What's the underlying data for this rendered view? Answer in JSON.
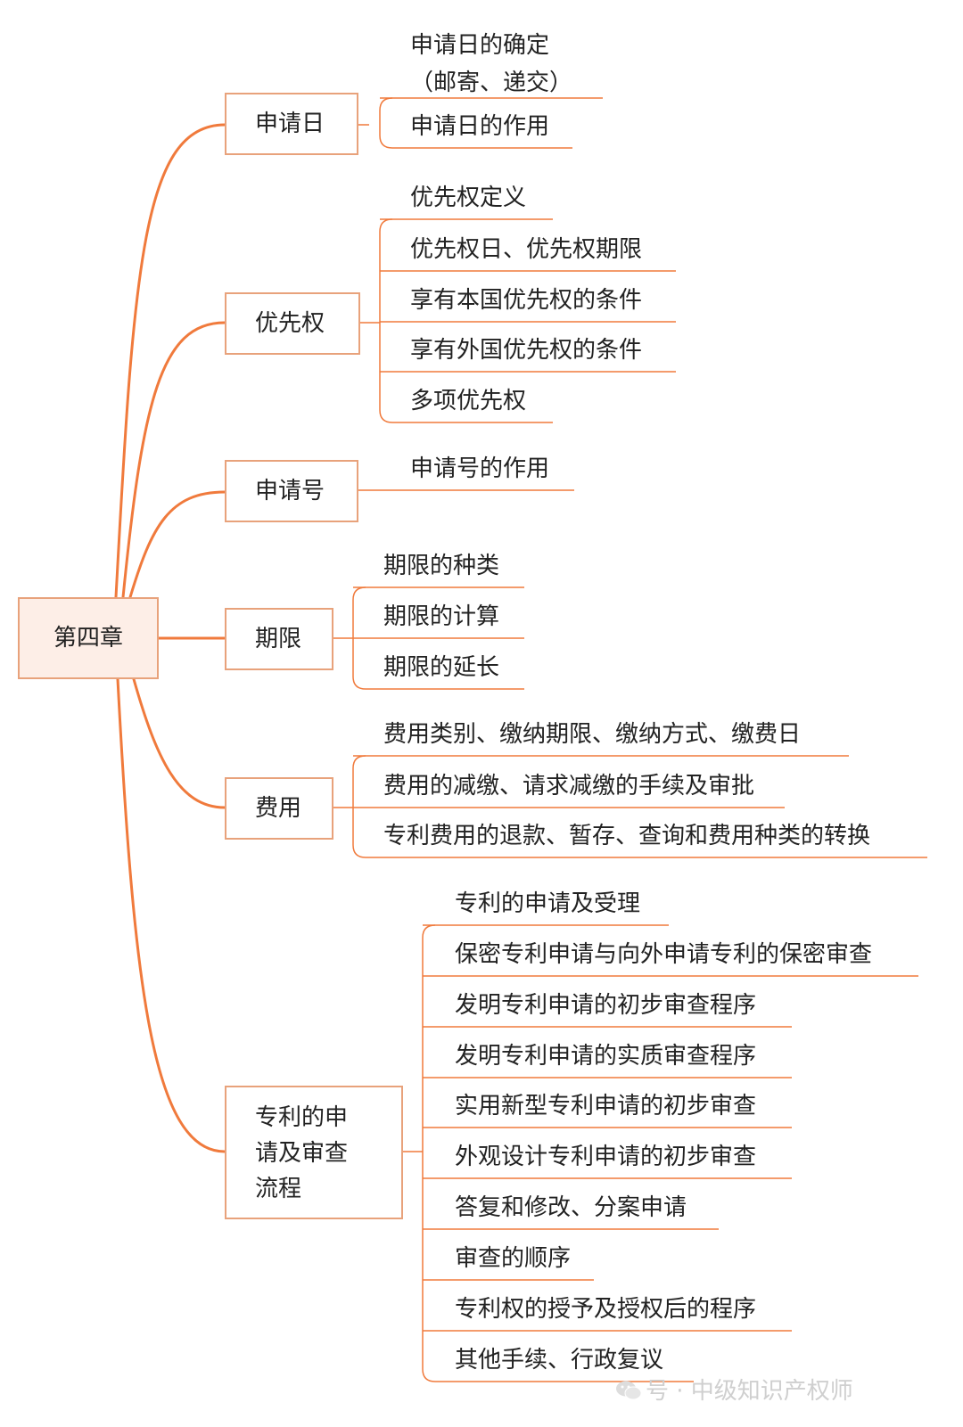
{
  "colors": {
    "branch_line": "#f07a3c",
    "box_border": "#e8a27b",
    "root_fill": "#fdeee7",
    "text": "#222222"
  },
  "root": "第四章",
  "branches": [
    {
      "label": "申请日",
      "items": [
        "申请日的确定（邮寄、递交）",
        "申请日的作用"
      ]
    },
    {
      "label": "优先权",
      "items": [
        "优先权定义",
        "优先权日、优先权期限",
        "享有本国优先权的条件",
        "享有外国优先权的条件",
        "多项优先权"
      ]
    },
    {
      "label": "申请号",
      "items": [
        "申请号的作用"
      ]
    },
    {
      "label": "期限",
      "items": [
        "期限的种类",
        "期限的计算",
        "期限的延长"
      ]
    },
    {
      "label": "费用",
      "items": [
        "费用类别、缴纳期限、缴纳方式、缴费日",
        "费用的减缴、请求减缴的手续及审批",
        "专利费用的退款、暂存、查询和费用种类的转换"
      ]
    },
    {
      "label": "专利的申请及审查流程",
      "items": [
        "专利的申请及受理",
        "保密专利申请与向外申请专利的保密审查",
        "发明专利申请的初步审查程序",
        "发明专利申请的实质审查程序",
        "实用新型专利申请的初步审查",
        "外观设计专利申请的初步审查",
        "答复和修改、分案申请",
        "审查的顺序",
        "专利权的授予及授权后的程序",
        "其他手续、行政复议"
      ]
    }
  ],
  "watermark": "号 · 中级知识产权师"
}
